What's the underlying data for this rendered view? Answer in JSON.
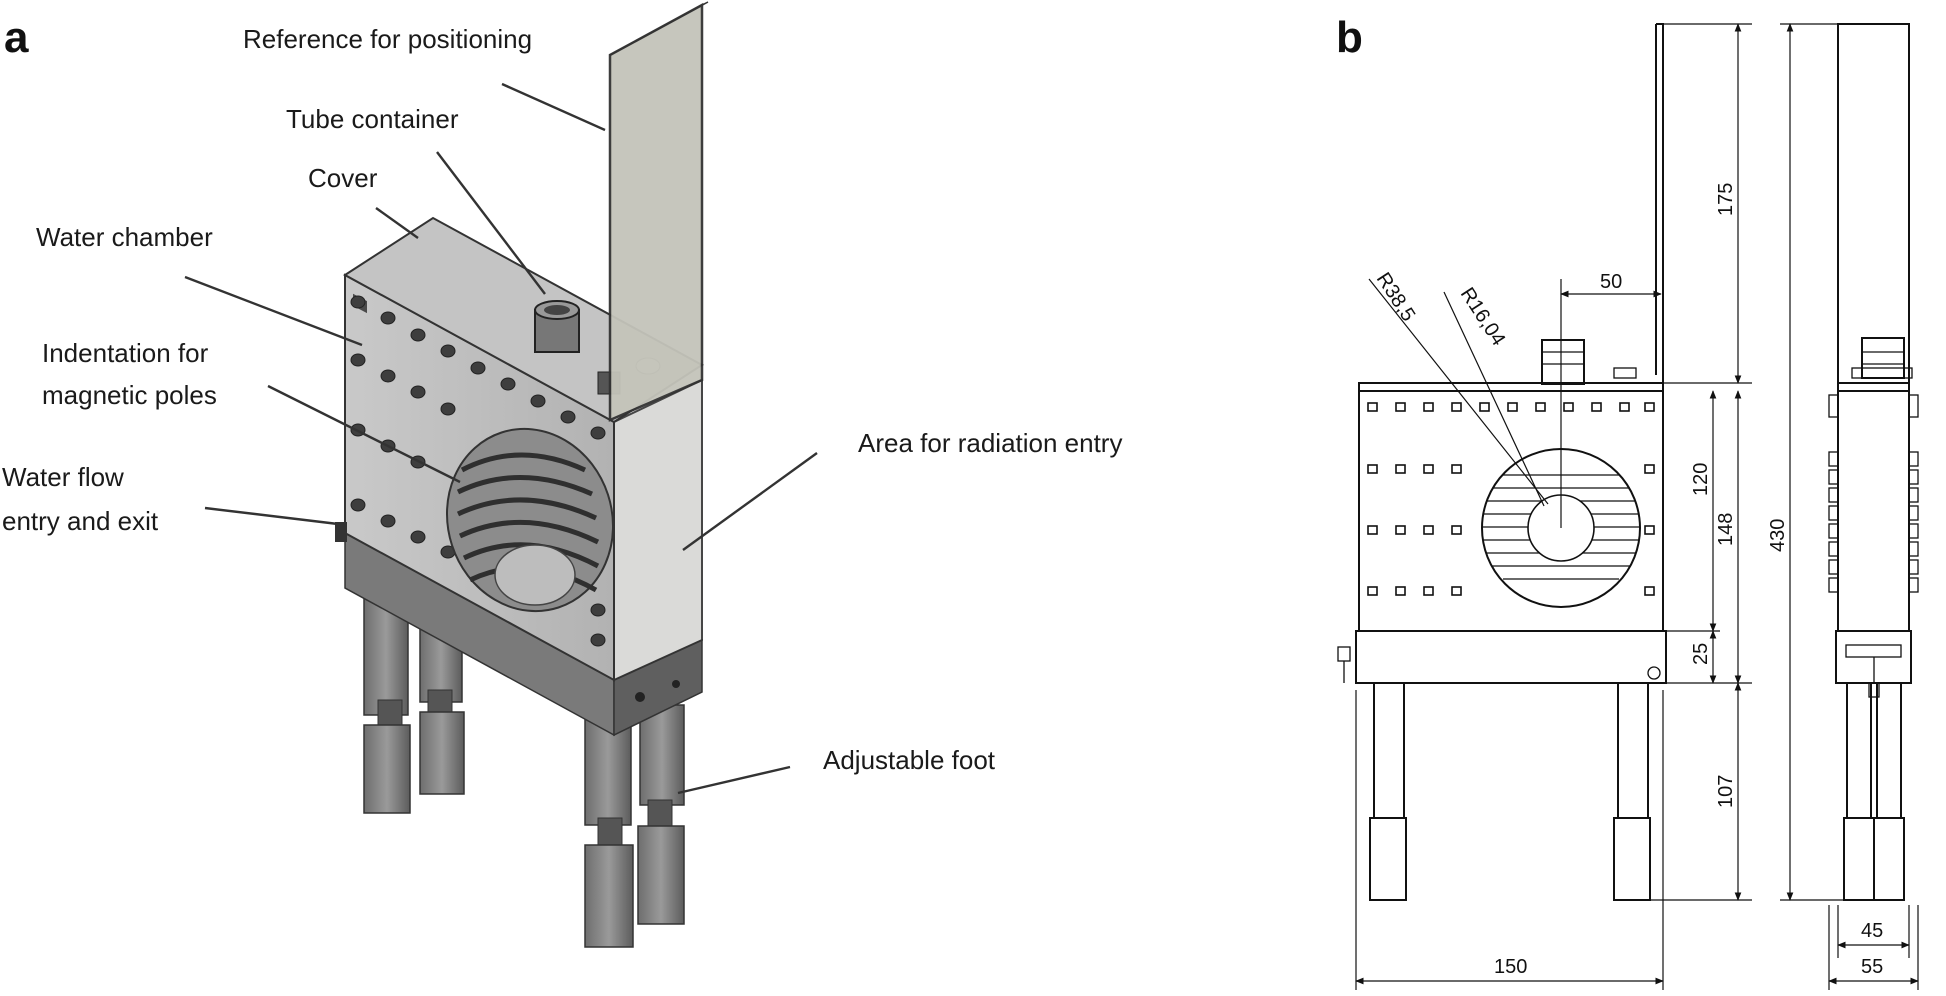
{
  "panel_a": {
    "letter": "a",
    "labels": {
      "reference": "Reference for positioning",
      "tube_container": "Tube container",
      "cover": "Cover",
      "water_chamber": "Water chamber",
      "indentation_1": "Indentation for",
      "indentation_2": "magnetic poles",
      "water_flow_1": "Water flow",
      "water_flow_2": "entry and exit",
      "radiation": "Area for radiation entry",
      "foot": "Adjustable foot"
    }
  },
  "panel_b": {
    "letter": "b",
    "dimensions": {
      "r_outer": "R38,5",
      "r_inner": "R16,04",
      "d50": "50",
      "d175": "175",
      "d120": "120",
      "d148": "148",
      "d25": "25",
      "d107": "107",
      "d430": "430",
      "d150": "150",
      "d45": "45",
      "d55": "55"
    }
  }
}
